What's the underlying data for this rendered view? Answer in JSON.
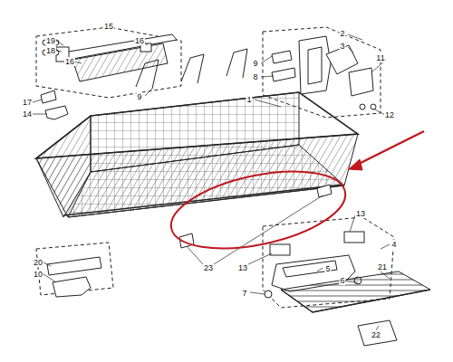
{
  "diagram": {
    "labels": [
      "19",
      "15",
      "16",
      "18",
      "16",
      "2",
      "3",
      "9",
      "8",
      "11",
      "9",
      "1",
      "17",
      "14",
      "12",
      "23",
      "13",
      "13",
      "4",
      "20",
      "5",
      "6",
      "7",
      "10",
      "21",
      "22"
    ]
  }
}
